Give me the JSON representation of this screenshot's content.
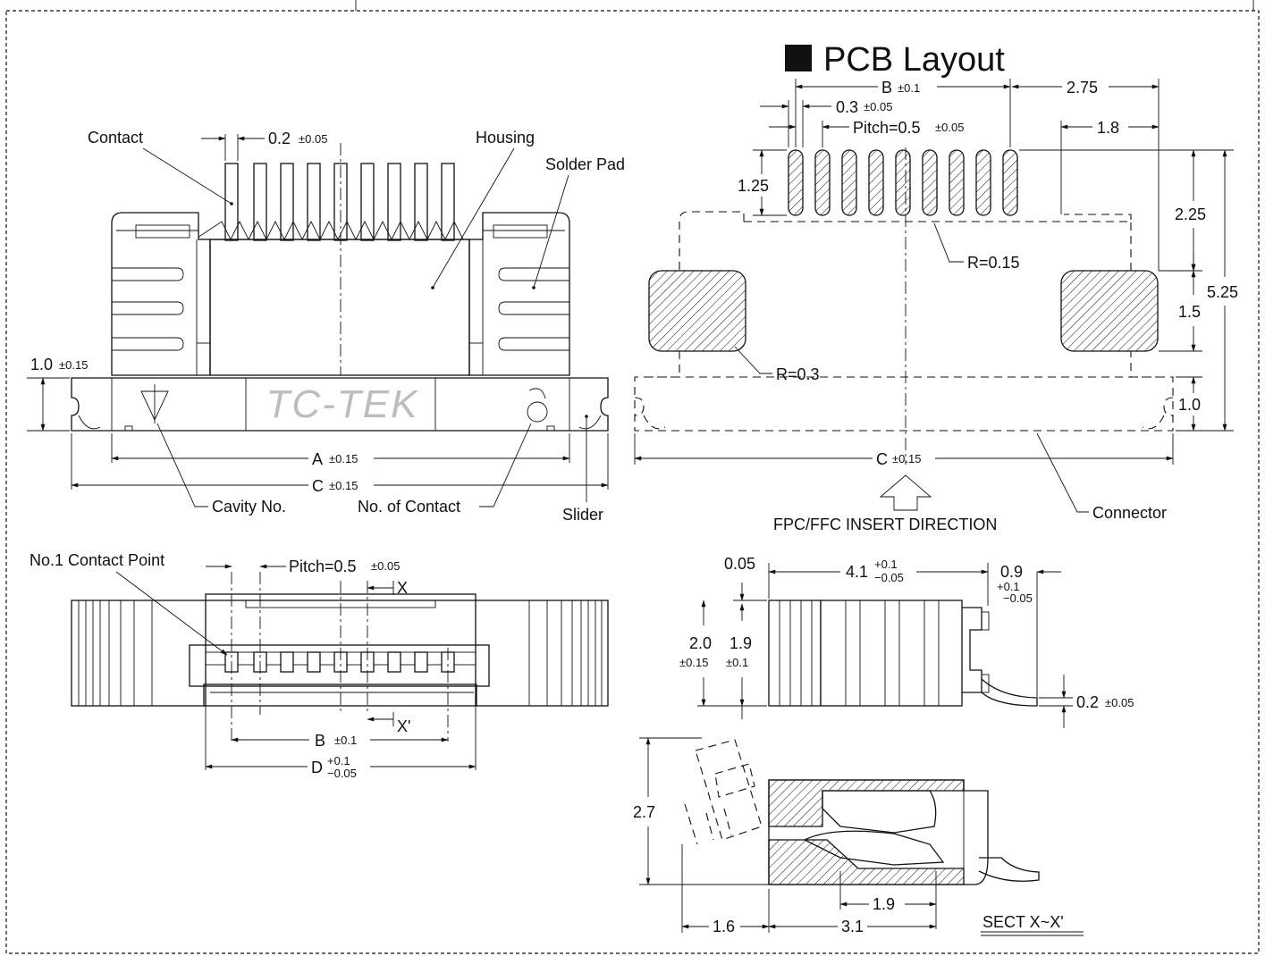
{
  "title": "PCB Layout",
  "brand": "TC-TEK",
  "labels": {
    "contact": "Contact",
    "housing": "Housing",
    "solder_pad": "Solder Pad",
    "cavity_no": "Cavity No.",
    "no_of_contact": "No. of Contact",
    "slider": "Slider",
    "no1_contact_point": "No.1 Contact Point",
    "connector": "Connector",
    "insert_direction": "FPC/FFC INSERT DIRECTION",
    "section": "SECT X~X'",
    "x_mark": "X",
    "x_prime_mark": "X'",
    "r015": "R=0.15",
    "r03": "R=0.3"
  },
  "dims": {
    "contact_w": "0.2",
    "contact_w_tol": "±0.05",
    "h_1_0": "1.0",
    "h_1_0_tol": "±0.15",
    "a": "A",
    "a_tol": "±0.15",
    "c": "C",
    "c_tol": "±0.15",
    "b": "B",
    "b_tol_pcb": "±0.1",
    "b_tol_bottom": "±0.1",
    "pcb_2_75": "2.75",
    "pcb_0_3": "0.3",
    "pcb_0_3_tol": "±0.05",
    "pcb_pitch": "Pitch=0.5",
    "pcb_pitch_tol": "±0.05",
    "pcb_1_8": "1.8",
    "pcb_1_25": "1.25",
    "pcb_2_25": "2.25",
    "pcb_5_25": "5.25",
    "pcb_1_5": "1.5",
    "pcb_1_0": "1.0",
    "pcb_c": "C",
    "pcb_c_tol": "±0.15",
    "bottom_pitch": "Pitch=0.5",
    "bottom_pitch_tol": "±0.05",
    "d": "D",
    "d_tol_plus": "+0.1",
    "d_tol_minus": "−0.05",
    "side_0_05": "0.05",
    "side_4_1": "4.1",
    "side_4_1_plus": "+0.1",
    "side_4_1_minus": "−0.05",
    "side_0_9": "0.9",
    "side_0_9_plus": "+0.1",
    "side_0_9_minus": "−0.05",
    "side_2_0": "2.0",
    "side_2_0_tol": "±0.15",
    "side_1_9": "1.9",
    "side_1_9_tol": "±0.1",
    "side_0_2": "0.2",
    "side_0_2_tol": "±0.05",
    "sect_2_7": "2.7",
    "sect_1_9": "1.9",
    "sect_1_6": "1.6",
    "sect_3_1": "3.1"
  }
}
